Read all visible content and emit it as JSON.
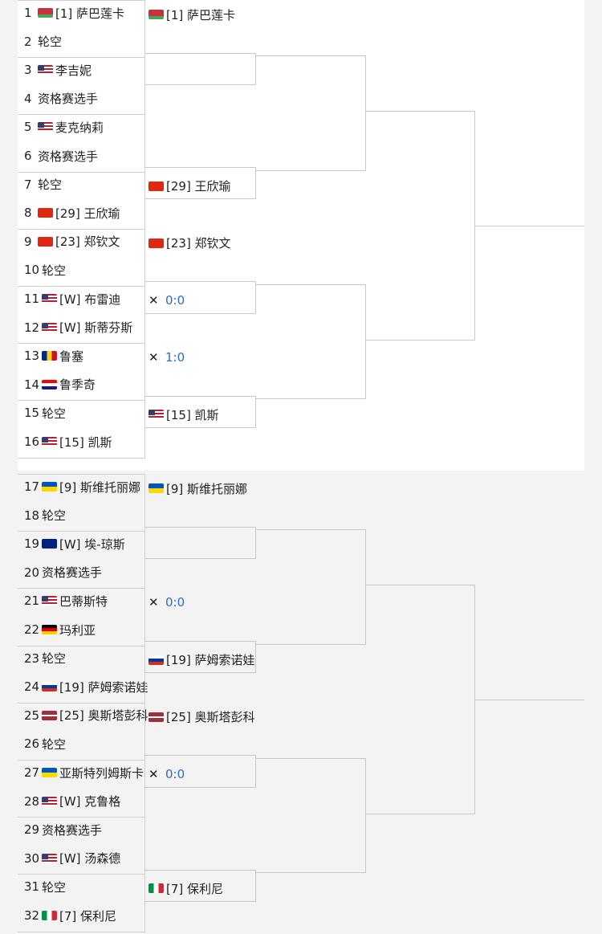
{
  "draw": {
    "top_half": [
      {
        "num": "1",
        "flag": "BLR",
        "text": "[1] 萨巴莲卡"
      },
      {
        "num": "2",
        "flag": "",
        "text": "轮空"
      },
      {
        "num": "3",
        "flag": "USA",
        "text": "李吉妮"
      },
      {
        "num": "4",
        "flag": "",
        "text": "资格赛选手"
      },
      {
        "num": "5",
        "flag": "USA",
        "text": "麦克纳莉"
      },
      {
        "num": "6",
        "flag": "",
        "text": "资格赛选手"
      },
      {
        "num": "7",
        "flag": "",
        "text": "轮空"
      },
      {
        "num": "8",
        "flag": "CHN",
        "text": "[29] 王欣瑜"
      },
      {
        "num": "9",
        "flag": "CHN",
        "text": "[23] 郑钦文"
      },
      {
        "num": "10",
        "flag": "",
        "text": "轮空"
      },
      {
        "num": "11",
        "flag": "USA",
        "text": "[W] 布雷迪"
      },
      {
        "num": "12",
        "flag": "USA",
        "text": "[W] 斯蒂芬斯"
      },
      {
        "num": "13",
        "flag": "ROU",
        "text": "鲁塞"
      },
      {
        "num": "14",
        "flag": "CRO",
        "text": "鲁季奇"
      },
      {
        "num": "15",
        "flag": "",
        "text": "轮空"
      },
      {
        "num": "16",
        "flag": "USA",
        "text": "[15] 凯斯"
      }
    ],
    "bottom_half": [
      {
        "num": "17",
        "flag": "UKR",
        "text": "[9] 斯维托丽娜"
      },
      {
        "num": "18",
        "flag": "",
        "text": "轮空"
      },
      {
        "num": "19",
        "flag": "AUS",
        "text": "[W] 埃-琼斯"
      },
      {
        "num": "20",
        "flag": "",
        "text": "资格赛选手"
      },
      {
        "num": "21",
        "flag": "USA",
        "text": "巴蒂斯特"
      },
      {
        "num": "22",
        "flag": "GER",
        "text": "玛利亚"
      },
      {
        "num": "23",
        "flag": "",
        "text": "轮空"
      },
      {
        "num": "24",
        "flag": "RUS",
        "text": "[19] 萨姆索诺娃"
      },
      {
        "num": "25",
        "flag": "LAT",
        "text": "[25] 奥斯塔彭科"
      },
      {
        "num": "26",
        "flag": "",
        "text": "轮空"
      },
      {
        "num": "27",
        "flag": "UKR",
        "text": "亚斯特列姆斯卡"
      },
      {
        "num": "28",
        "flag": "USA",
        "text": "[W] 克鲁格"
      },
      {
        "num": "29",
        "flag": "",
        "text": "资格赛选手"
      },
      {
        "num": "30",
        "flag": "USA",
        "text": "[W] 汤森德"
      },
      {
        "num": "31",
        "flag": "",
        "text": "轮空"
      },
      {
        "num": "32",
        "flag": "ITA",
        "text": "[7] 保利尼"
      }
    ],
    "round2_top": [
      {
        "type": "player",
        "flag": "BLR",
        "text": "[1] 萨巴莲卡"
      },
      {
        "type": "empty"
      },
      {
        "type": "empty"
      },
      {
        "type": "player",
        "flag": "CHN",
        "text": "[29] 王欣瑜"
      },
      {
        "type": "player",
        "flag": "CHN",
        "text": "[23] 郑钦文"
      },
      {
        "type": "score",
        "text": "0:0"
      },
      {
        "type": "score",
        "text": "1:0"
      },
      {
        "type": "player",
        "flag": "USA",
        "text": "[15] 凯斯"
      }
    ],
    "round2_bottom": [
      {
        "type": "player",
        "flag": "UKR",
        "text": "[9] 斯维托丽娜"
      },
      {
        "type": "empty"
      },
      {
        "type": "score",
        "text": "0:0"
      },
      {
        "type": "player",
        "flag": "RUS",
        "text": "[19] 萨姆索诺娃"
      },
      {
        "type": "player",
        "flag": "LAT",
        "text": "[25] 奥斯塔彭科"
      },
      {
        "type": "score",
        "text": "0:0"
      },
      {
        "type": "empty"
      },
      {
        "type": "player",
        "flag": "ITA",
        "text": "[7] 保利尼"
      }
    ]
  },
  "icons": {
    "match_in_progress": "crossed-rackets-icon"
  },
  "colors": {
    "score": "#2b6cc4",
    "line": "#c8c8c8"
  }
}
